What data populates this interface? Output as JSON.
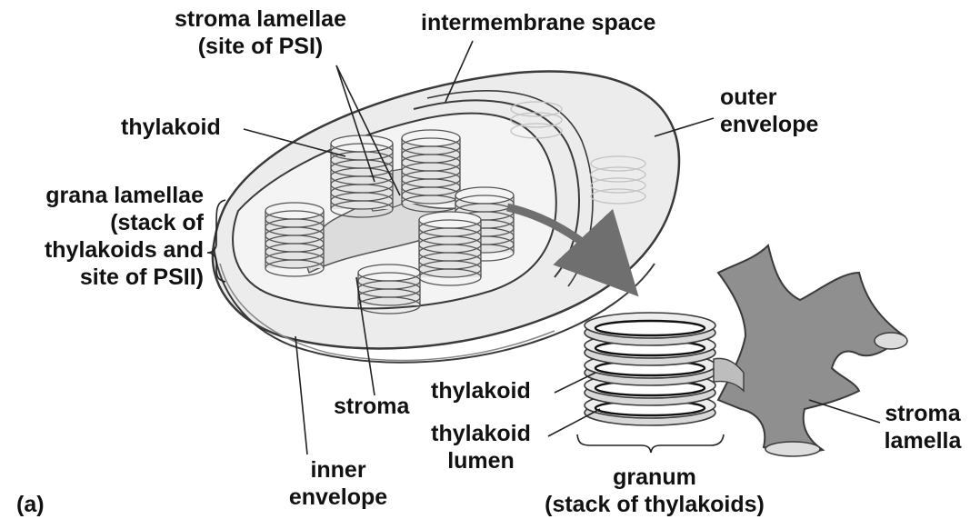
{
  "figure": {
    "panel_label": "(a)",
    "colors": {
      "membrane_fill": "#e9e9e9",
      "membrane_dark": "#b9b9b9",
      "stroke": "#3a3a3a",
      "lamella_fill": "#8f8f8f",
      "arrow": "#6f6f6f"
    }
  },
  "labels": {
    "stroma_lamellae": {
      "line1": "stroma lamellae",
      "line2": "(site of PSI)"
    },
    "intermembrane_space": "intermembrane space",
    "thylakoid_top": "thylakoid",
    "outer_envelope": {
      "line1": "outer",
      "line2": "envelope"
    },
    "grana_lamellae": {
      "line1": "grana lamellae",
      "line2": "(stack of",
      "line3": "thylakoids and",
      "line4": "site of PSII)"
    },
    "stroma": "stroma",
    "inner_envelope": {
      "line1": "inner",
      "line2": "envelope"
    },
    "thylakoid_detail": "thylakoid",
    "thylakoid_lumen": {
      "line1": "thylakoid",
      "line2": "lumen"
    },
    "granum": {
      "line1": "granum",
      "line2": "(stack of thylakoids)"
    },
    "stroma_lamella": {
      "line1": "stroma",
      "line2": "lamella"
    }
  }
}
